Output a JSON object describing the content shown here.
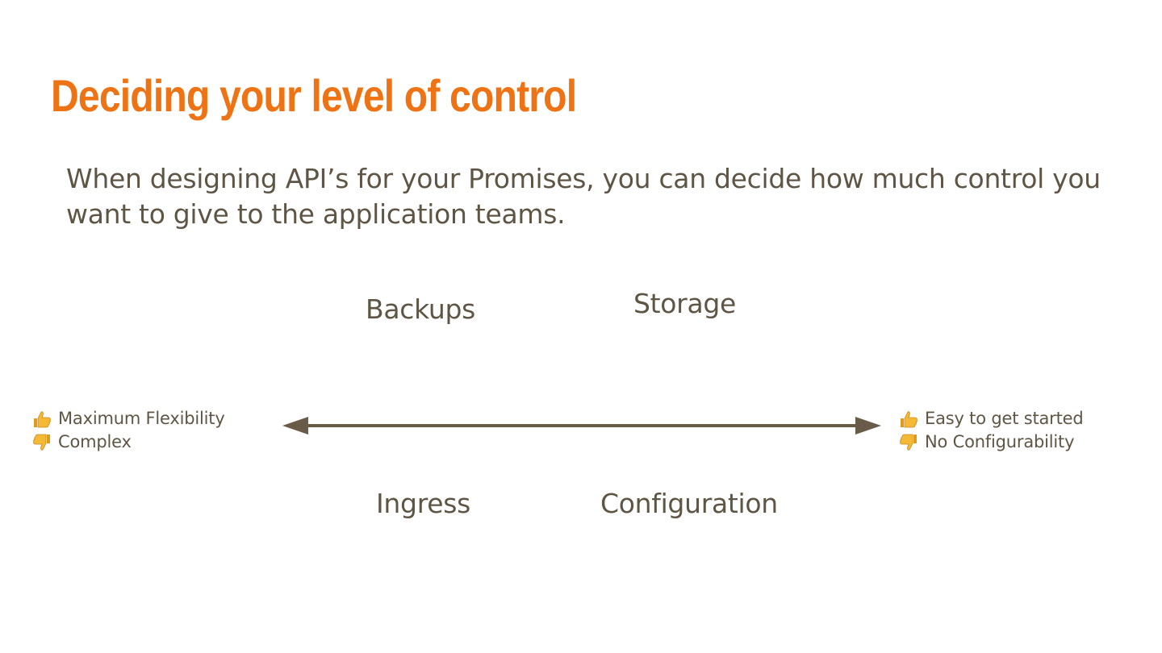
{
  "slide": {
    "title": "Deciding your level of control",
    "subtitle": "When designing API’s for your Promises, you can decide how much control you want to give to the application teams."
  },
  "spectrum": {
    "above_left": "Backups",
    "above_right": "Storage",
    "below_left": "Ingress",
    "below_right": "Configuration"
  },
  "left_end": {
    "pro": "Maximum Flexibility",
    "con": "Complex",
    "pro_icon": "thumbs-up-icon",
    "con_icon": "thumbs-down-icon"
  },
  "right_end": {
    "pro": "Easy to get started",
    "con": "No Configurability",
    "pro_icon": "thumbs-up-icon",
    "con_icon": "thumbs-down-icon"
  },
  "colors": {
    "title": "#ee7314",
    "text": "#5f5545",
    "arrow": "#685c48",
    "thumb": "#f5b936"
  }
}
